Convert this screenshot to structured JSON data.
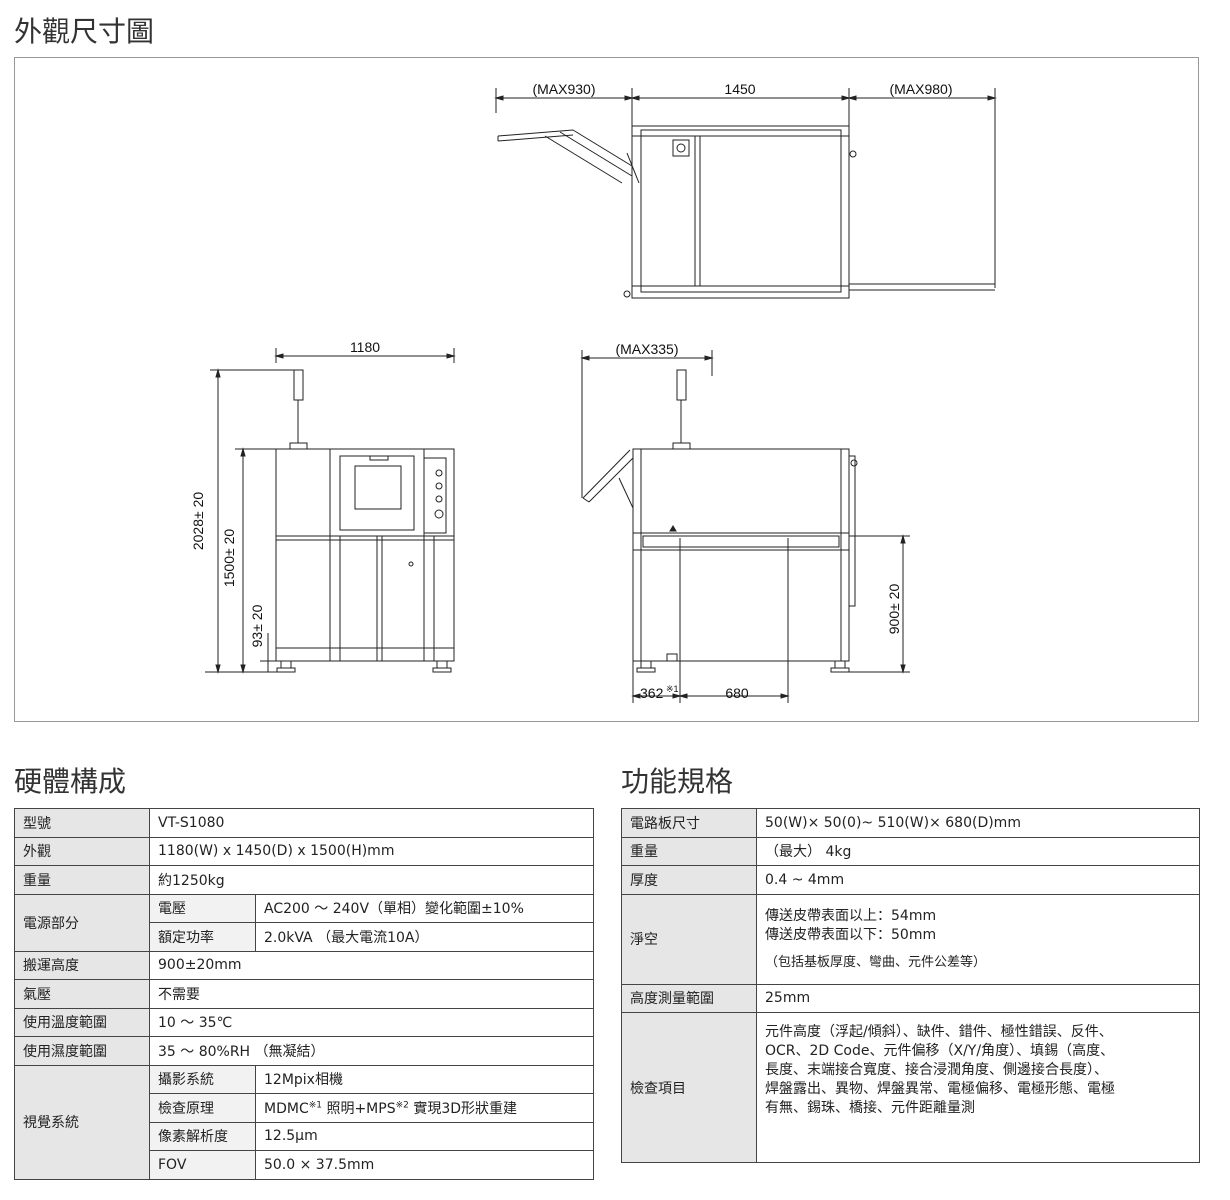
{
  "dimensions_section": {
    "title": "外觀尺寸圖",
    "top_view": {
      "dim_left": "(MAX930)",
      "dim_center": "1450",
      "dim_right": "(MAX980)"
    },
    "front_view": {
      "width": "1180",
      "height_total": "2028± 20",
      "height_body": "1500± 20",
      "height_feet": "93± 20"
    },
    "side_view": {
      "dim_top": "(MAX335)",
      "dim_bottom_left": "362",
      "dim_bottom_left_mark": "※1",
      "dim_bottom_right": "680",
      "height_conveyor": "900± 20"
    }
  },
  "hardware": {
    "title": "硬體構成",
    "rows": {
      "model": {
        "label": "型號",
        "value": "VT-S1080"
      },
      "appearance": {
        "label": "外觀",
        "value": "1180(W) x 1450(D) x 1500(H)mm"
      },
      "weight": {
        "label": "重量",
        "value": "約1250kg"
      },
      "power": {
        "label": "電源部分",
        "voltage_label": "電壓",
        "voltage_value": "AC200 ～ 240V（單相）變化範圍±10%",
        "rated_label": "額定功率",
        "rated_value": "2.0kVA （最大電流10A）"
      },
      "transport_height": {
        "label": "搬運高度",
        "value": "900±20mm"
      },
      "air_pressure": {
        "label": "氣壓",
        "value": "不需要"
      },
      "temperature": {
        "label": "使用溫度範圍",
        "value": "10 ～ 35℃"
      },
      "humidity": {
        "label": "使用濕度範圍",
        "value": "35 ～ 80%RH （無凝結）"
      },
      "vision": {
        "label": "視覺系統",
        "camera_label": "攝影系統",
        "camera_value": "12Mpix相機",
        "principle_label": "檢查原理",
        "principle_a": "MDMC",
        "principle_sup1": "※1",
        "principle_b": " 照明+MPS",
        "principle_sup2": "※2",
        "principle_c": " 實現3D形狀重建",
        "resolution_label": "像素解析度",
        "resolution_value": "12.5μm",
        "fov_label": "FOV",
        "fov_value": "50.0 × 37.5mm"
      }
    }
  },
  "functions": {
    "title": "功能規格",
    "rows": {
      "board_size": {
        "label": "電路板尺寸",
        "value": "50(W)× 50(0)~ 510(W)× 680(D)mm"
      },
      "weight": {
        "label": "重量",
        "value": "（最大） 4kg"
      },
      "thickness": {
        "label": "厚度",
        "value": "0.4 ~ 4mm"
      },
      "clearance": {
        "label": "淨空",
        "line1": "傳送皮帶表面以上：54mm",
        "line2": "傳送皮帶表面以下：50mm",
        "note": "（包括基板厚度、彎曲、元件公差等）"
      },
      "height_range": {
        "label": "高度測量範圍",
        "value": "25mm"
      },
      "inspection": {
        "label": "檢查項目",
        "lines": [
          "元件高度（浮起/傾斜）、缺件、錯件、極性錯誤、反件、",
          "OCR、2D Code、元件偏移（X/Y/角度）、填錫（高度、",
          "長度、末端接合寬度、接合浸潤角度、側邊接合長度）、",
          "焊盤露出、異物、焊盤異常、電極偏移、電極形態、電極",
          "有無、錫珠、橋接、元件距離量測"
        ]
      }
    }
  }
}
